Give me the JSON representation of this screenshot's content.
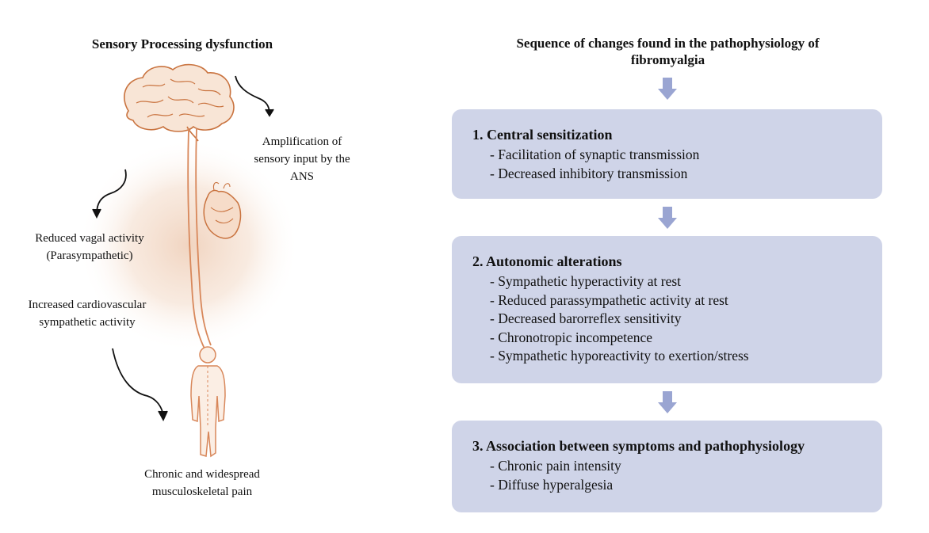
{
  "left": {
    "title": "Sensory  Processing dysfunction",
    "amplification": [
      "Amplification  of",
      "sensory  input  by the",
      "ANS"
    ],
    "vagal": [
      "Reduced vagal activity",
      "(Parasympathetic)"
    ],
    "cardio": [
      "Increased cardiovascular",
      "sympathetic  activity"
    ],
    "pain": [
      "Chronic  and widespread",
      "musculoskeletal  pain"
    ]
  },
  "right": {
    "title": [
      "Sequence of changes found in the pathophysiology of",
      "fibromyalgia"
    ],
    "boxes": [
      {
        "title": "1. Central sensitization",
        "items": [
          "- Facilitation  of synaptic transmission",
          "- Decreased inhibitory  transmission"
        ]
      },
      {
        "title": "2. Autonomic alterations",
        "items": [
          "- Sympathetic hyperactivity  at rest",
          "- Reduced parassympathetic activity at rest",
          "- Decreased barorreflex  sensitivity",
          "- Chronotropic incompetence",
          "- Sympathetic hyporeactivity to exertion/stress"
        ]
      },
      {
        "title": "3. Association between symptoms and pathophysiology",
        "items": [
          "- Chronic pain intensity",
          "- Diffuse hyperalgesia"
        ]
      }
    ]
  },
  "colors": {
    "box_fill": "#cfd4e8",
    "arrow_fill": "#9aa5d2",
    "illustration_stroke": "#d8875a",
    "glow": "#f0d2bd"
  },
  "icons": [
    "brain-icon",
    "heart-icon",
    "human-body-icon",
    "curved-arrow-icon",
    "down-arrow-icon"
  ]
}
